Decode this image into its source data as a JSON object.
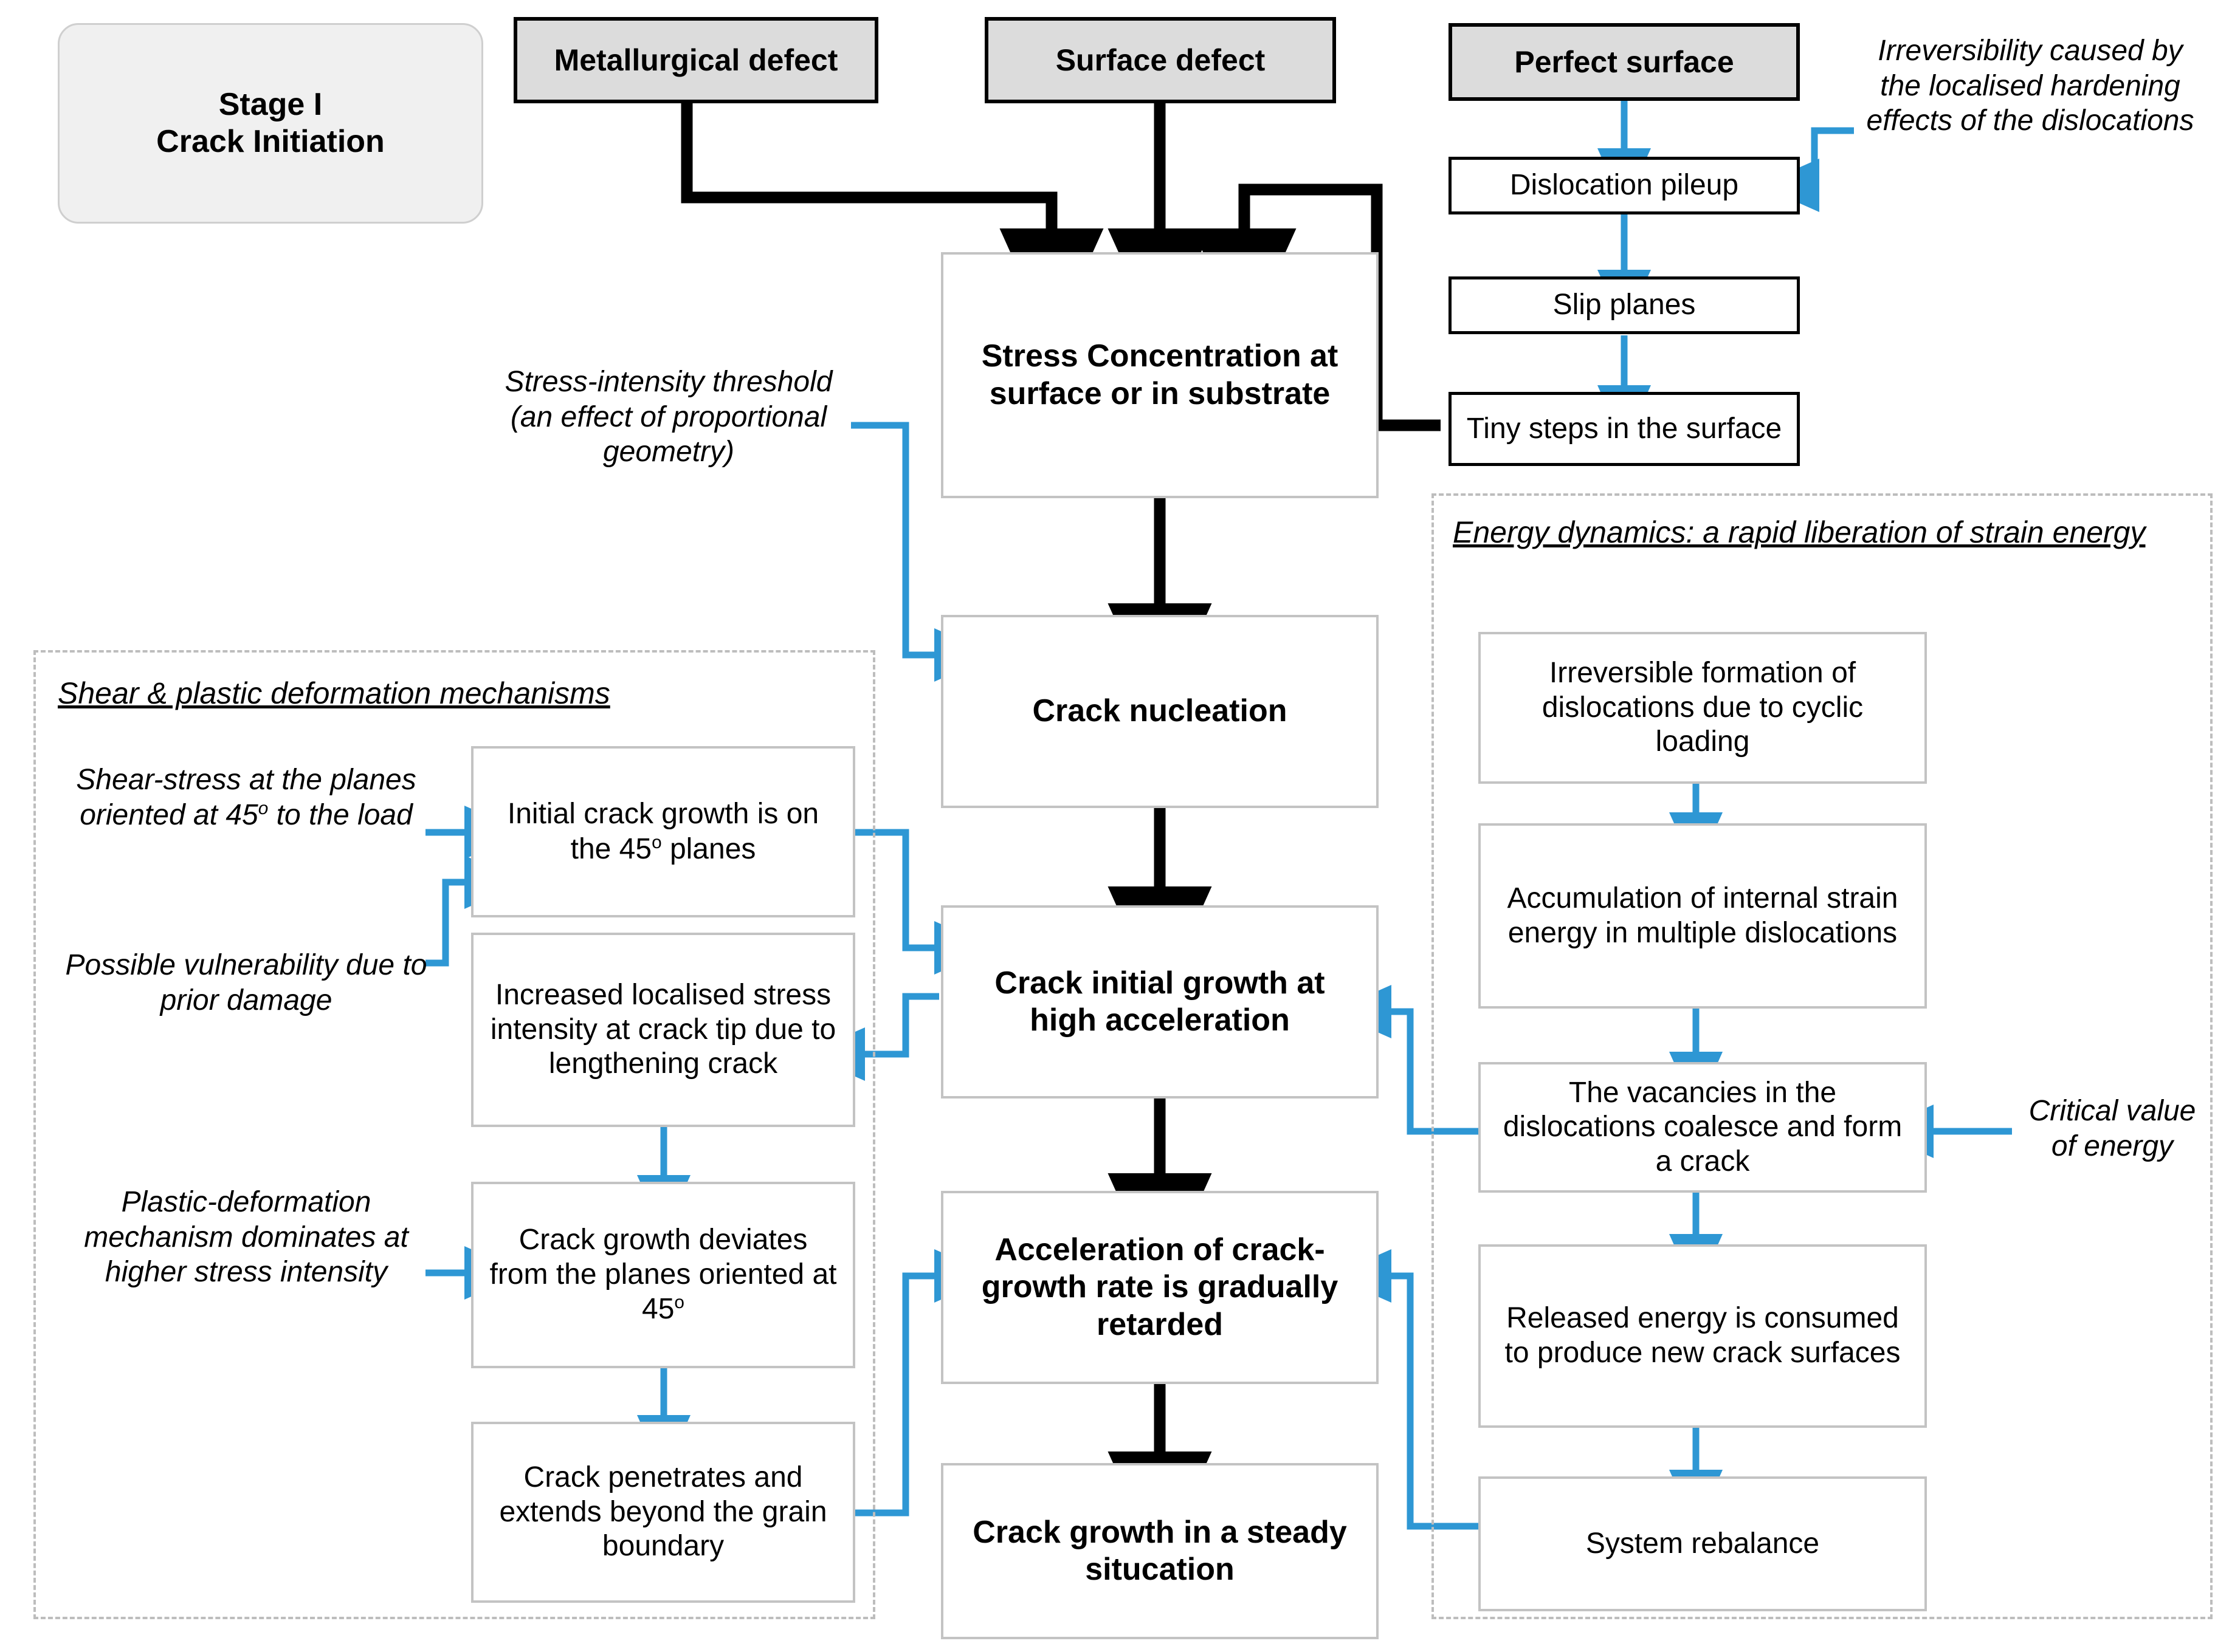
{
  "stage": {
    "line1": "Stage I",
    "line2": "Crack Initiation"
  },
  "colors": {
    "accent_blue": "#2e97d4",
    "box_border_grey": "#c3c3c3",
    "head_fill": "#dcdcdc",
    "dashed_grey": "#bdbdbd",
    "black": "#000000"
  },
  "heads": [
    {
      "label": "Metallurgical defect"
    },
    {
      "label": "Surface defect"
    },
    {
      "label": "Perfect surface"
    }
  ],
  "right_chain": [
    {
      "label": "Dislocation pileup"
    },
    {
      "label": "Slip planes"
    },
    {
      "label": "Tiny steps in the surface"
    }
  ],
  "annotations": {
    "irreversibility": "Irreversibility caused by the localised hardening effects of the dislocations",
    "stress_intensity_threshold": "Stress-intensity threshold (an effect of proportional geometry)",
    "critical_value": "Critical value of energy"
  },
  "center_chain": [
    {
      "label": "Stress Concentration at surface or in substrate"
    },
    {
      "label": "Crack nucleation"
    },
    {
      "label": "Crack initial growth at high acceleration"
    },
    {
      "label": "Acceleration of crack-growth rate is gradually retarded"
    },
    {
      "label": "Crack growth in a steady situcation"
    }
  ],
  "left_group": {
    "title": "Shear  & plastic deformation mechanisms",
    "notes": [
      {
        "text_a": "Shear-stress at the planes oriented at 45",
        "sup": "o",
        "text_b": " to the load"
      },
      {
        "text_a": "Possible vulnerability due to prior damage",
        "sup": "",
        "text_b": ""
      },
      {
        "text_a": "Plastic-deformation mechanism dominates at higher stress intensity",
        "sup": "",
        "text_b": ""
      }
    ],
    "boxes": [
      {
        "text_a": "Initial crack growth is on the 45",
        "sup": "o",
        "text_b": " planes"
      },
      {
        "text_a": "Increased localised stress intensity at crack tip due to lengthening crack",
        "sup": "",
        "text_b": ""
      },
      {
        "text_a": "Crack growth deviates from the planes oriented at 45",
        "sup": "o",
        "text_b": ""
      },
      {
        "text_a": "Crack penetrates and extends beyond the grain boundary",
        "sup": "",
        "text_b": ""
      }
    ]
  },
  "right_group": {
    "title": "Energy dynamics: a rapid liberation of strain energy",
    "boxes": [
      {
        "label": "Irreversible formation of dislocations due to cyclic loading"
      },
      {
        "label": "Accumulation of internal strain energy in multiple dislocations"
      },
      {
        "label": "The vacancies in the dislocations coalesce and form a crack"
      },
      {
        "label": "Released energy is consumed to produce new crack surfaces"
      },
      {
        "label": "System rebalance"
      }
    ]
  }
}
